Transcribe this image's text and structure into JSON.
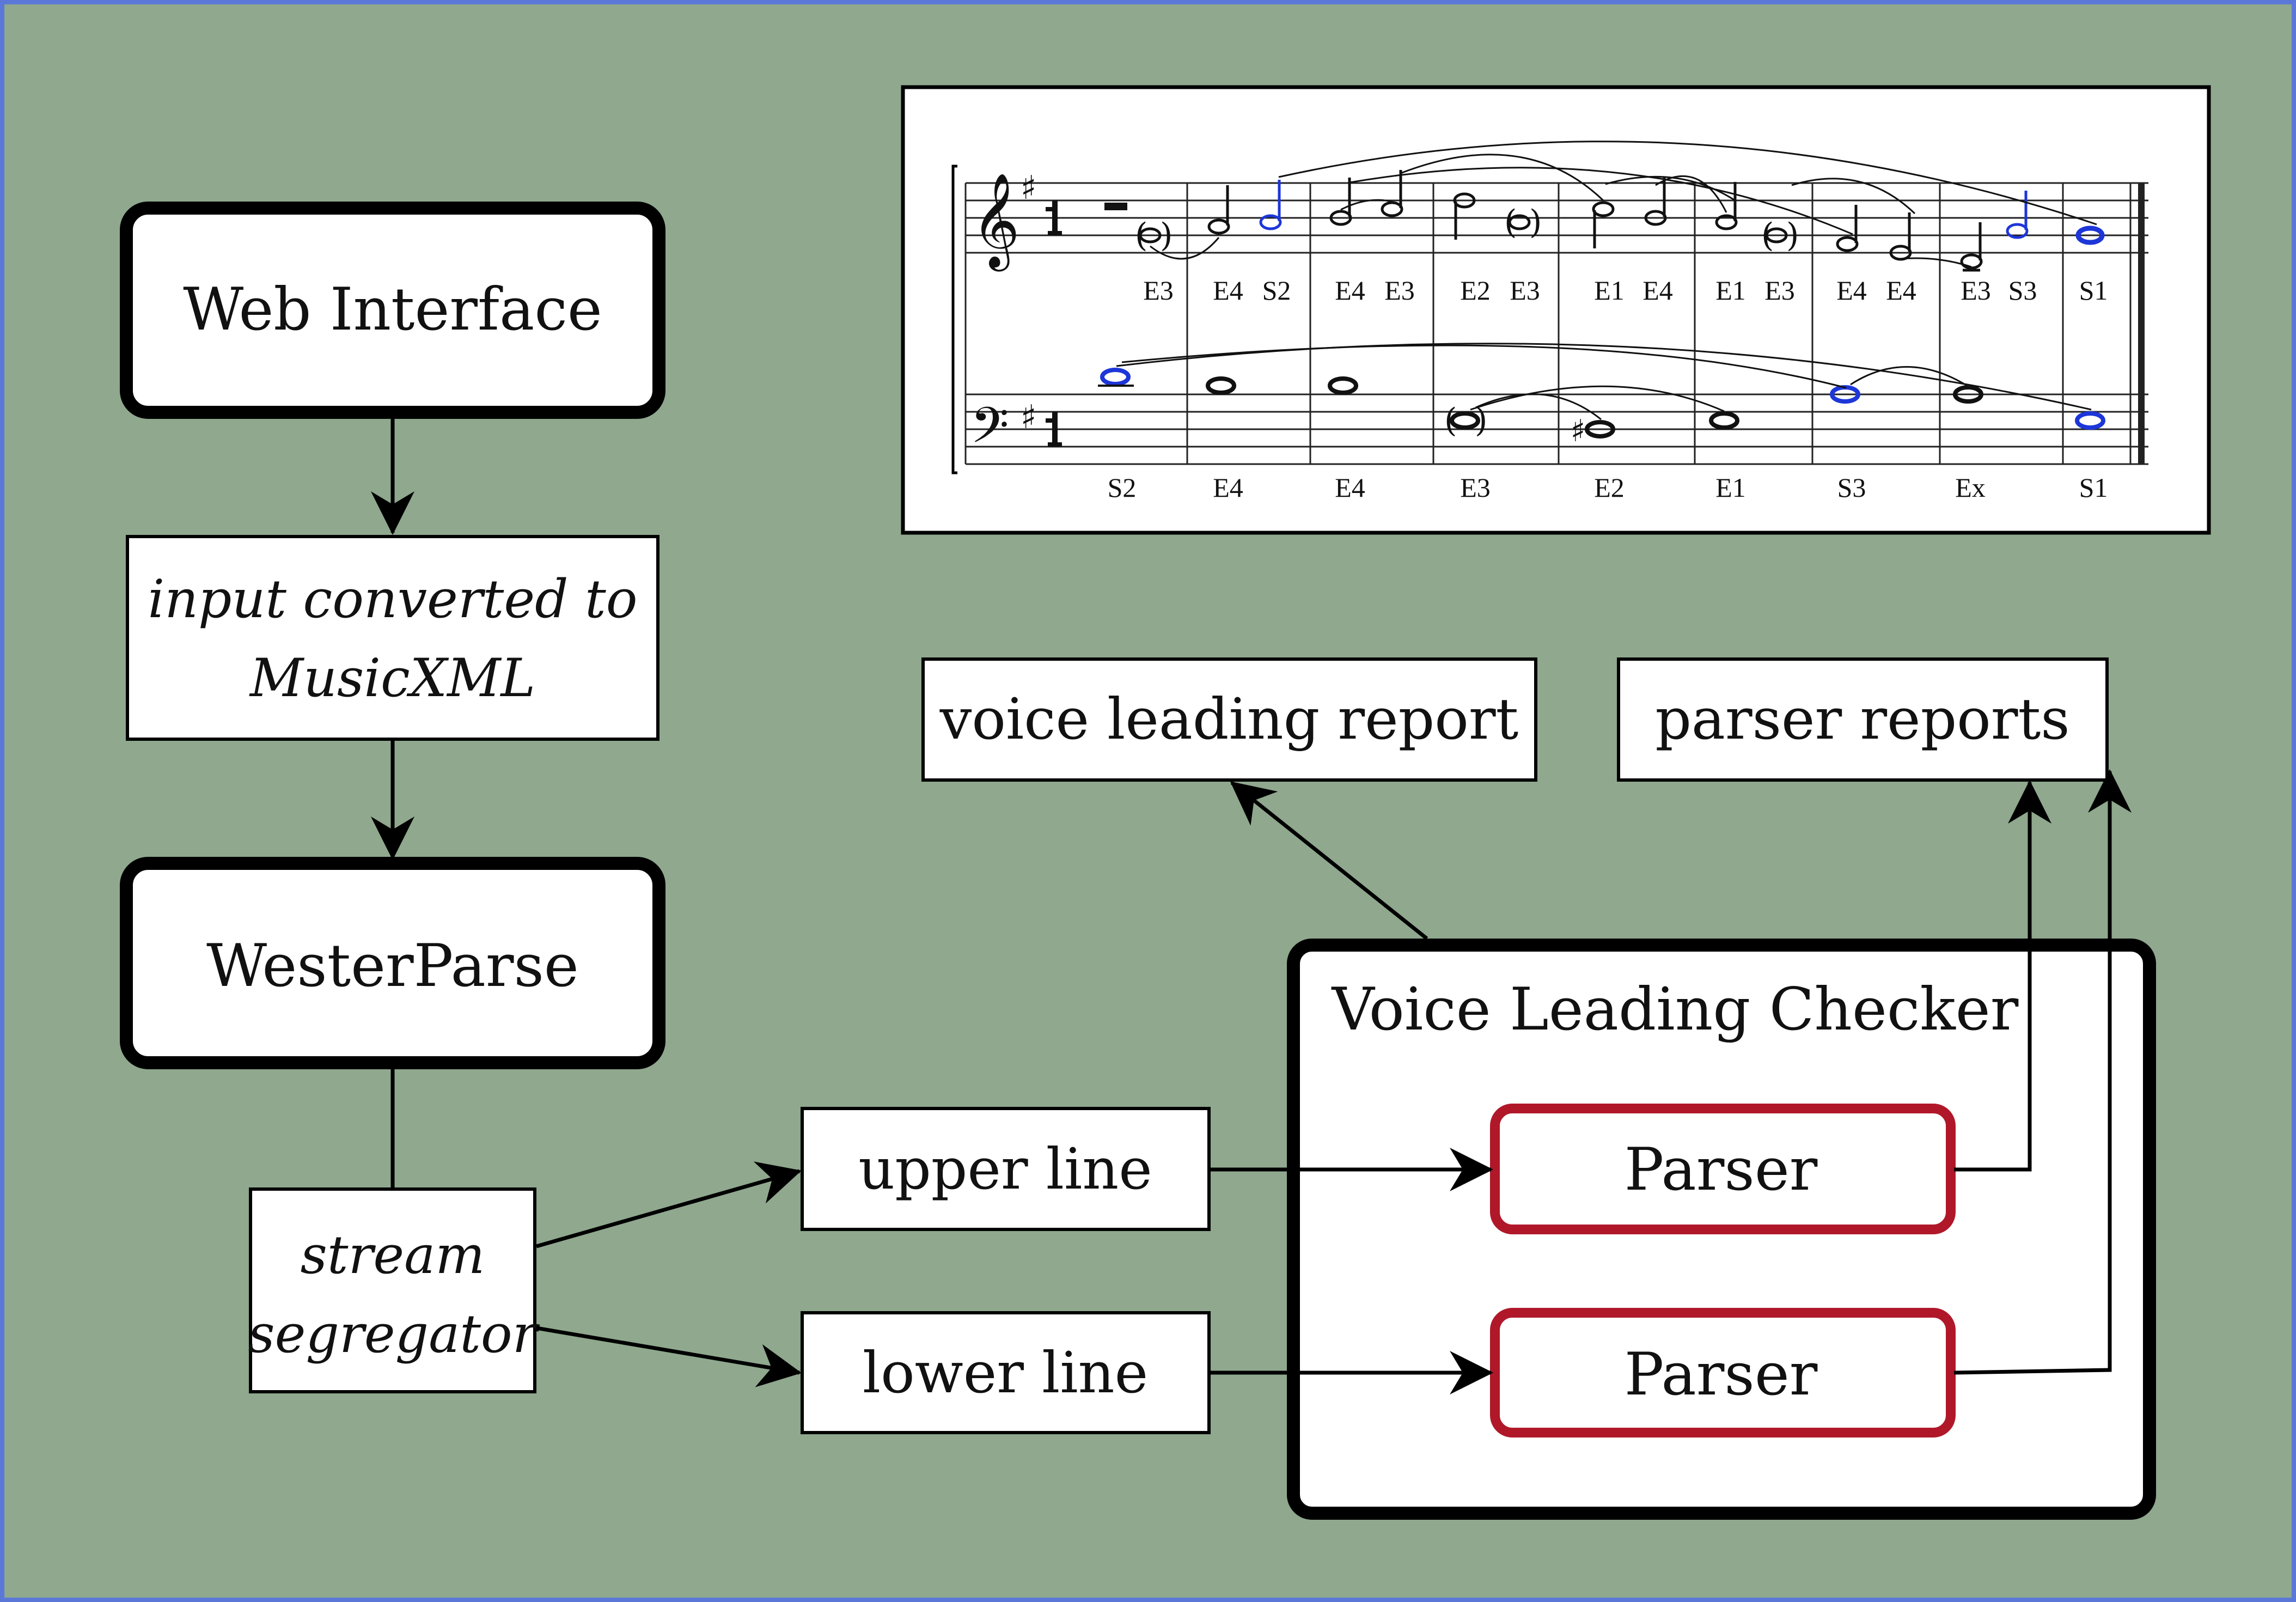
{
  "colors": {
    "background": "#8fa88e",
    "frame": "#5b78d8",
    "box_fill": "#ffffff",
    "stroke": "#000000",
    "parser_border": "#b0182a",
    "highlight_note": "#1d36d8"
  },
  "nodes": {
    "web_interface": "Web Interface",
    "converted_line1": "input converted to",
    "converted_line2": "MusicXML",
    "westerparse": "WesterParse",
    "segregator_line1": "stream",
    "segregator_line2": "segregator",
    "upper_line": "upper line",
    "lower_line": "lower line",
    "voice_leading_checker": "Voice Leading Checker",
    "parser_upper": "Parser",
    "parser_lower": "Parser",
    "voice_leading_report": "voice leading report",
    "parser_reports": "parser reports"
  },
  "score": {
    "upper_labels": [
      "E3",
      "E4",
      "S2",
      "E4",
      "E3",
      "E2",
      "E3",
      "E1",
      "E4",
      "E1",
      "E3",
      "E4",
      "E4",
      "E3",
      "S3",
      "S1"
    ],
    "lower_labels": [
      "S2",
      "E4",
      "E4",
      "E3",
      "E2",
      "E1",
      "S3",
      "Ex",
      "S1"
    ]
  }
}
